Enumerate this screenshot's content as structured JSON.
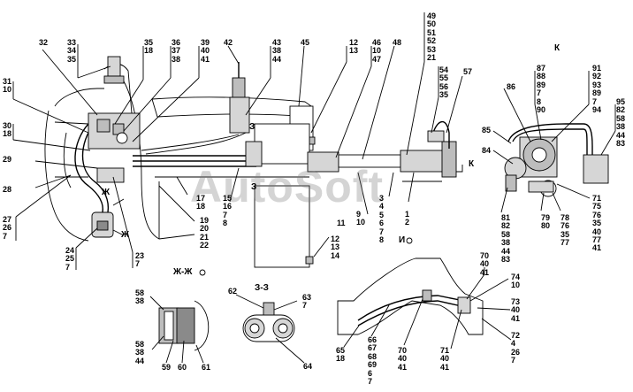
{
  "watermark": "AutoSoft",
  "sections": {
    "zh_zh": "Ж-Ж",
    "z_z": "З-З",
    "k": "К",
    "zh_arrow_1": "Ж",
    "zh_arrow_2": "Ж",
    "z_arrow_1": "З",
    "z_arrow_2": "З",
    "k_arrow": "К",
    "i_arrow": "И"
  },
  "callouts": [
    {
      "id": "c32",
      "text": "32"
    },
    {
      "id": "c33",
      "text": "33\n34\n35"
    },
    {
      "id": "c35",
      "text": "35\n18"
    },
    {
      "id": "c36",
      "text": "36\n37\n38"
    },
    {
      "id": "c39",
      "text": "39\n40\n41"
    },
    {
      "id": "c42",
      "text": "42"
    },
    {
      "id": "c43",
      "text": "43\n38\n44"
    },
    {
      "id": "c45",
      "text": "45"
    },
    {
      "id": "c12a",
      "text": "12\n13"
    },
    {
      "id": "c46",
      "text": "46\n10\n47"
    },
    {
      "id": "c48",
      "text": "48"
    },
    {
      "id": "c49",
      "text": "49\n50\n51\n52\n53\n21"
    },
    {
      "id": "c54",
      "text": "54\n55\n56\n35"
    },
    {
      "id": "c57",
      "text": "57"
    },
    {
      "id": "c31",
      "text": "31\n10"
    },
    {
      "id": "c30",
      "text": "30\n18"
    },
    {
      "id": "c29",
      "text": "29"
    },
    {
      "id": "c28",
      "text": "28"
    },
    {
      "id": "c27",
      "text": "27\n26\n7"
    },
    {
      "id": "c24",
      "text": "24\n25\n7"
    },
    {
      "id": "c23",
      "text": "23\n7"
    },
    {
      "id": "c17",
      "text": "17\n18"
    },
    {
      "id": "c19",
      "text": "19\n20\n21\n22"
    },
    {
      "id": "c15",
      "text": "15\n16\n7\n8"
    },
    {
      "id": "c11",
      "text": "11"
    },
    {
      "id": "c9",
      "text": "9\n10"
    },
    {
      "id": "c3",
      "text": "3\n4\n5\n6\n7\n8"
    },
    {
      "id": "c1",
      "text": "1\n2"
    },
    {
      "id": "c12b",
      "text": "12\n13\n14"
    },
    {
      "id": "c86",
      "text": "86"
    },
    {
      "id": "c87",
      "text": "87\n88\n89\n7\n8\n90"
    },
    {
      "id": "c91",
      "text": "91\n92\n93\n89\n7\n94"
    },
    {
      "id": "c95",
      "text": "95\n82\n58\n38\n44\n83"
    },
    {
      "id": "c85",
      "text": "85"
    },
    {
      "id": "c84",
      "text": "84"
    },
    {
      "id": "c81",
      "text": "81\n82\n58\n38\n44\n83"
    },
    {
      "id": "c79",
      "text": "79\n80"
    },
    {
      "id": "c78",
      "text": "78\n76\n35\n77"
    },
    {
      "id": "c71a",
      "text": "71\n75\n76\n35\n40\n77\n41"
    },
    {
      "id": "c58a",
      "text": "58\n38"
    },
    {
      "id": "c58b",
      "text": "58\n38\n44"
    },
    {
      "id": "c59",
      "text": "59"
    },
    {
      "id": "c60",
      "text": "60"
    },
    {
      "id": "c61",
      "text": "61"
    },
    {
      "id": "c62",
      "text": "62"
    },
    {
      "id": "c63",
      "text": "63\n7"
    },
    {
      "id": "c64",
      "text": "64"
    },
    {
      "id": "c65",
      "text": "65\n18"
    },
    {
      "id": "c66",
      "text": "66\n67\n68\n69\n6\n7"
    },
    {
      "id": "c70a",
      "text": "70\n40\n41"
    },
    {
      "id": "c70b",
      "text": "70\n40\n41"
    },
    {
      "id": "c71b",
      "text": "71\n40\n41"
    },
    {
      "id": "c74",
      "text": "74\n10"
    },
    {
      "id": "c73",
      "text": "73\n40\n41"
    },
    {
      "id": "c72",
      "text": "72\n4\n26\n7"
    }
  ]
}
